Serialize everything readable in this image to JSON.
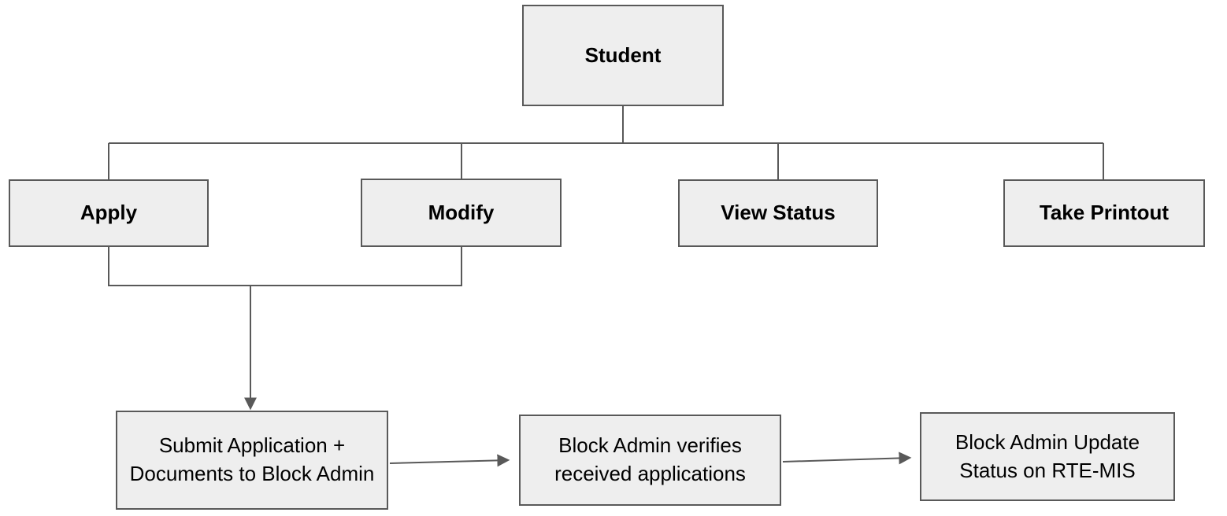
{
  "diagram": {
    "type": "flowchart",
    "colors": {
      "background": "#ffffff",
      "node_fill": "#eeeeee",
      "node_border": "#595959",
      "connector": "#595959",
      "text": "#000000"
    },
    "nodes": {
      "student": {
        "label": "Student"
      },
      "apply": {
        "label": "Apply"
      },
      "modify": {
        "label": "Modify"
      },
      "view_status": {
        "label": "View Status"
      },
      "take_printout": {
        "label": "Take Printout"
      },
      "submit": {
        "label": "Submit Application + Documents to Block Admin"
      },
      "verify": {
        "label": "Block Admin verifies received applications"
      },
      "update": {
        "label": "Block Admin Update Status on RTE-MIS"
      }
    },
    "edges": [
      {
        "from": "student",
        "to": "apply",
        "arrow": false
      },
      {
        "from": "student",
        "to": "modify",
        "arrow": false
      },
      {
        "from": "student",
        "to": "view_status",
        "arrow": false
      },
      {
        "from": "student",
        "to": "take_printout",
        "arrow": false
      },
      {
        "from": "apply",
        "to": "submit",
        "arrow": true
      },
      {
        "from": "modify",
        "to": "submit",
        "arrow": true
      },
      {
        "from": "submit",
        "to": "verify",
        "arrow": true
      },
      {
        "from": "verify",
        "to": "update",
        "arrow": true
      }
    ]
  }
}
